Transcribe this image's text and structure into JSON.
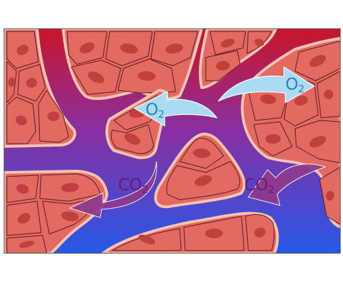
{
  "diagram": {
    "colors": {
      "vessel_top": "#c8162a",
      "vessel_mid": "#8a2fa0",
      "vessel_bottom": "#2758e8",
      "cell_fill": "#e26a63",
      "cell_border": "#5a1a1a",
      "cell_outline": "#f3c3b4",
      "nucleus": "#c0403d",
      "o2_arrow": "#a9dcf2",
      "o2_text": "#2f7fb8",
      "co2_arrow": "#8e3a8c",
      "co2_text": "#6a1a72"
    },
    "labels": {
      "o2_left": {
        "base": "O",
        "sub": "2"
      },
      "o2_right": {
        "base": "O",
        "sub": "2"
      },
      "co2_left": {
        "base": "CO",
        "sub": "2"
      },
      "co2_right": {
        "base": "CO",
        "sub": "2"
      }
    }
  }
}
